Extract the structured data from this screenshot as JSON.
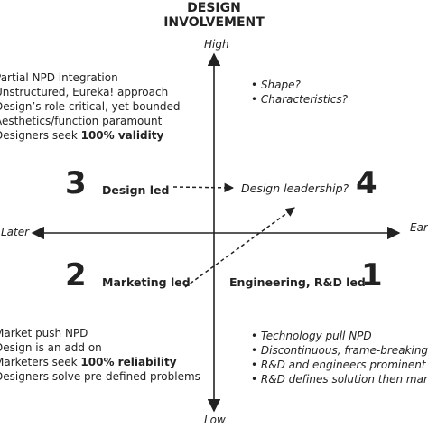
{
  "title": {
    "line1": "DESIGN",
    "line2": "INVOLVEMENT"
  },
  "axis": {
    "high": "High",
    "low": "Low",
    "later": "Later",
    "earlier": "Ear"
  },
  "quadrants": {
    "q3": {
      "number": "3",
      "label": "Design led"
    },
    "q4": {
      "number": "4",
      "label": "Design leadership?"
    },
    "q2": {
      "number": "2",
      "label": "Marketing led"
    },
    "q1": {
      "number": "1",
      "label": "Engineering, R&D led"
    }
  },
  "lists": {
    "top_left": [
      "Partial NPD integration",
      "Unstructured, Eureka! approach",
      "Design’s role critical, yet bounded",
      "Aesthetics/function paramount",
      "Designers seek "
    ],
    "top_left_bold": "100% validity",
    "top_right": [
      "• Shape?",
      "• Characteristics?"
    ],
    "bottom_left": [
      "Market push NPD",
      "Design is an add on",
      "Marketers seek ",
      "Designers solve pre-defined problems"
    ],
    "bottom_left_bold": "100% reliability",
    "bottom_right": [
      "• Technology pull NPD",
      "• Discontinuous, frame-breaking in",
      "• R&D and engineers prominent in",
      "• R&D defines solution then marke"
    ]
  },
  "colors": {
    "ink": "#222222",
    "background": "#ffffff"
  }
}
